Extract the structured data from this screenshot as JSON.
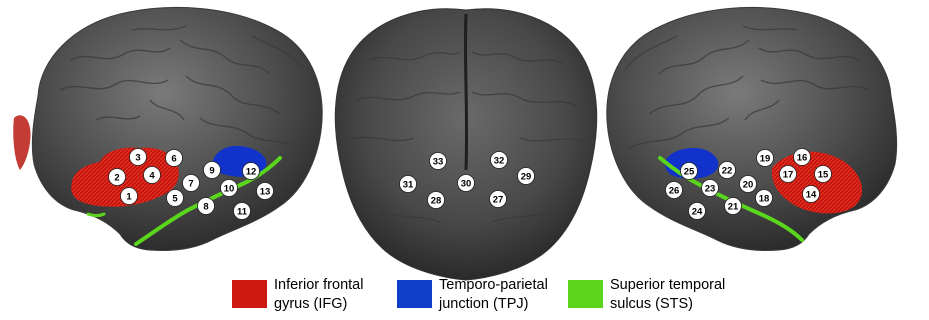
{
  "colors": {
    "background": "#ffffff",
    "brain_fill": "#4e4e4e",
    "brain_shadow": "#2f2f2f",
    "brain_highlight": "#8a8a8a",
    "marker_fill": "#ffffff",
    "marker_text": "#000000"
  },
  "views": [
    {
      "name": "left-hemisphere-lateral",
      "electrodes": [
        "1",
        "2",
        "3",
        "4",
        "5",
        "6",
        "7",
        "8",
        "9",
        "10",
        "11",
        "12",
        "13"
      ]
    },
    {
      "name": "frontal-view",
      "electrodes": [
        "27",
        "28",
        "29",
        "30",
        "31",
        "32",
        "33"
      ]
    },
    {
      "name": "right-hemisphere-lateral",
      "electrodes": [
        "14",
        "15",
        "16",
        "17",
        "18",
        "19",
        "20",
        "21",
        "22",
        "23",
        "24",
        "25",
        "26"
      ]
    }
  ],
  "legend": [
    {
      "key": "ifg",
      "line1": "Inferior frontal",
      "line2": "gyrus (IFG)",
      "color": "#cc1a10"
    },
    {
      "key": "tpj",
      "line1": "Temporo-parietal",
      "line2": "junction (TPJ)",
      "color": "#0f3fc8"
    },
    {
      "key": "sts",
      "line1": "Superior temporal",
      "line2": "sulcus (STS)",
      "color": "#5cd41c"
    }
  ]
}
